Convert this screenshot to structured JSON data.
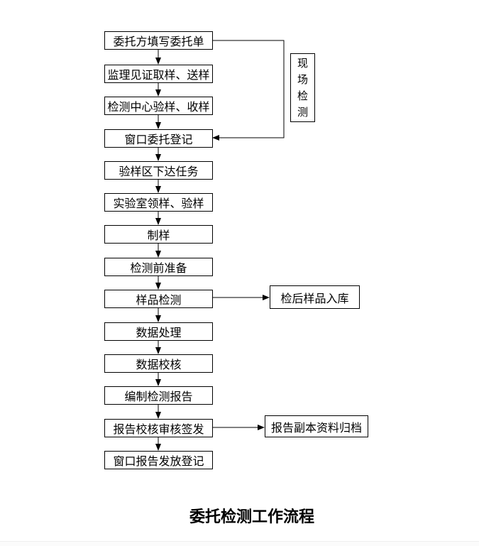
{
  "title": "委托检测工作流程",
  "colors": {
    "background": "#ffffff",
    "stroke": "#000000",
    "text": "#000000"
  },
  "flow": {
    "steps": [
      {
        "label": "委托方填写委托单"
      },
      {
        "label": "监理见证取样、送样"
      },
      {
        "label": "检测中心验样、收样"
      },
      {
        "label": "窗口委托登记"
      },
      {
        "label": "验样区下达任务"
      },
      {
        "label": "实验室领样、验样"
      },
      {
        "label": "制样"
      },
      {
        "label": "检测前准备"
      },
      {
        "label": "样品检测"
      },
      {
        "label": "数据处理"
      },
      {
        "label": "数据校核"
      },
      {
        "label": "编制检测报告"
      },
      {
        "label": "报告校核审核签发"
      },
      {
        "label": "窗口报告发放登记"
      }
    ],
    "side_steps": [
      {
        "label": "检后样品入库",
        "from": "样品检测"
      },
      {
        "label": "报告副本资料归档",
        "from": "报告校核审核签发"
      }
    ],
    "annotation": {
      "label": "现场检测"
    }
  }
}
